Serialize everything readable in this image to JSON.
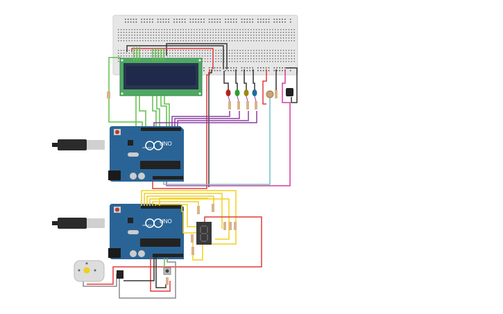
{
  "arduino_1": {
    "model_label": "UNO",
    "brand_label": "ARDUINO"
  },
  "arduino_2": {
    "model_label": "UNO",
    "brand_label": "ARDUINO"
  },
  "colors": {
    "board": "#2a6496",
    "breadboard": "#e6e6e6",
    "lcd_pcb": "#4ea863",
    "lcd_screen": "#1f2a4a",
    "wire_red": "#e03a3a",
    "wire_black": "#333333",
    "wire_green": "#5fbf4a",
    "wire_purple": "#8a3fa0",
    "wire_yellow": "#f2cf1f",
    "wire_teal": "#6cc4c4",
    "wire_pink": "#d63a9a",
    "wire_gray": "#8a8a8a"
  },
  "leds": [
    "#b22222",
    "#2e9e2e",
    "#9a8a18",
    "#1f6e9a"
  ]
}
